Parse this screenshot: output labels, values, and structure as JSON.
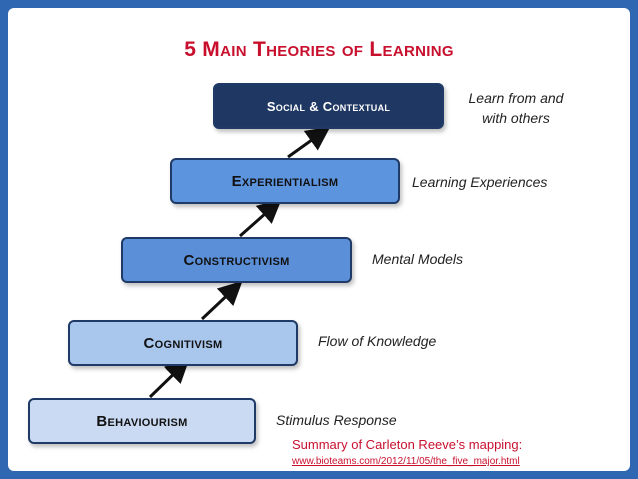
{
  "title": "5 Main Theories of Learning",
  "steps": [
    {
      "label": "Behaviourism",
      "description": "Stimulus Response"
    },
    {
      "label": "Cognitivism",
      "description": "Flow of Knowledge"
    },
    {
      "label": "Constructivism",
      "description": "Mental Models"
    },
    {
      "label": "Experientialism",
      "description": "Learning Experiences"
    },
    {
      "label": "Social & Contextual",
      "description_line1": "Learn from and",
      "description_line2": "with others"
    }
  ],
  "summary": "Summary of Carleton Reeve’s mapping:",
  "link": "www.bioteams.com/2012/11/05/the_five_major.html",
  "colors": {
    "frame": "#2f67b2",
    "title": "#c8102e",
    "step_1": "#c9daf2",
    "step_2": "#a9c6ec",
    "step_3": "#5b8fd8",
    "step_4": "#5d94de",
    "step_5": "#1f3863"
  }
}
